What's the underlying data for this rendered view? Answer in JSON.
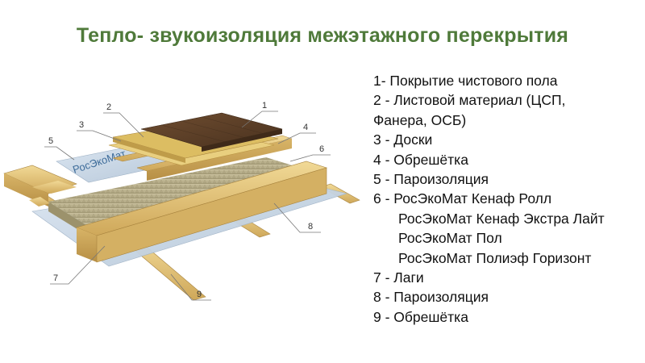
{
  "title": "Тепло- звукоизоляция межэтажного перекрытия",
  "diagram": {
    "brand_text": "РосЭкоМат",
    "callouts": [
      "1",
      "2",
      "3",
      "4",
      "5",
      "6",
      "7",
      "8",
      "9"
    ]
  },
  "legend": [
    "1- Покрытие чистового пола",
    "2 - Листовой материал (ЦСП,",
    "Фанера, ОСБ)",
    "3 - Доски",
    "4 - Обрешётка",
    "5 - Пароизоляция",
    "6 - РосЭкоМат Кенаф Ролл",
    "РосЭкоМат Кенаф Экстра Лайт",
    "РосЭкоМат Пол",
    "РосЭкоМат Полиэф Горизонт",
    "7 - Лаги",
    "8 - Пароизоляция",
    "9 - Обрешётка"
  ],
  "colors": {
    "title": "#4f7a3a",
    "wood": "#e6c77a",
    "membrane": "#c9d7e6",
    "insulation": "#b7ad88",
    "floor": "#5e4128",
    "osb": "#d9b85c"
  }
}
